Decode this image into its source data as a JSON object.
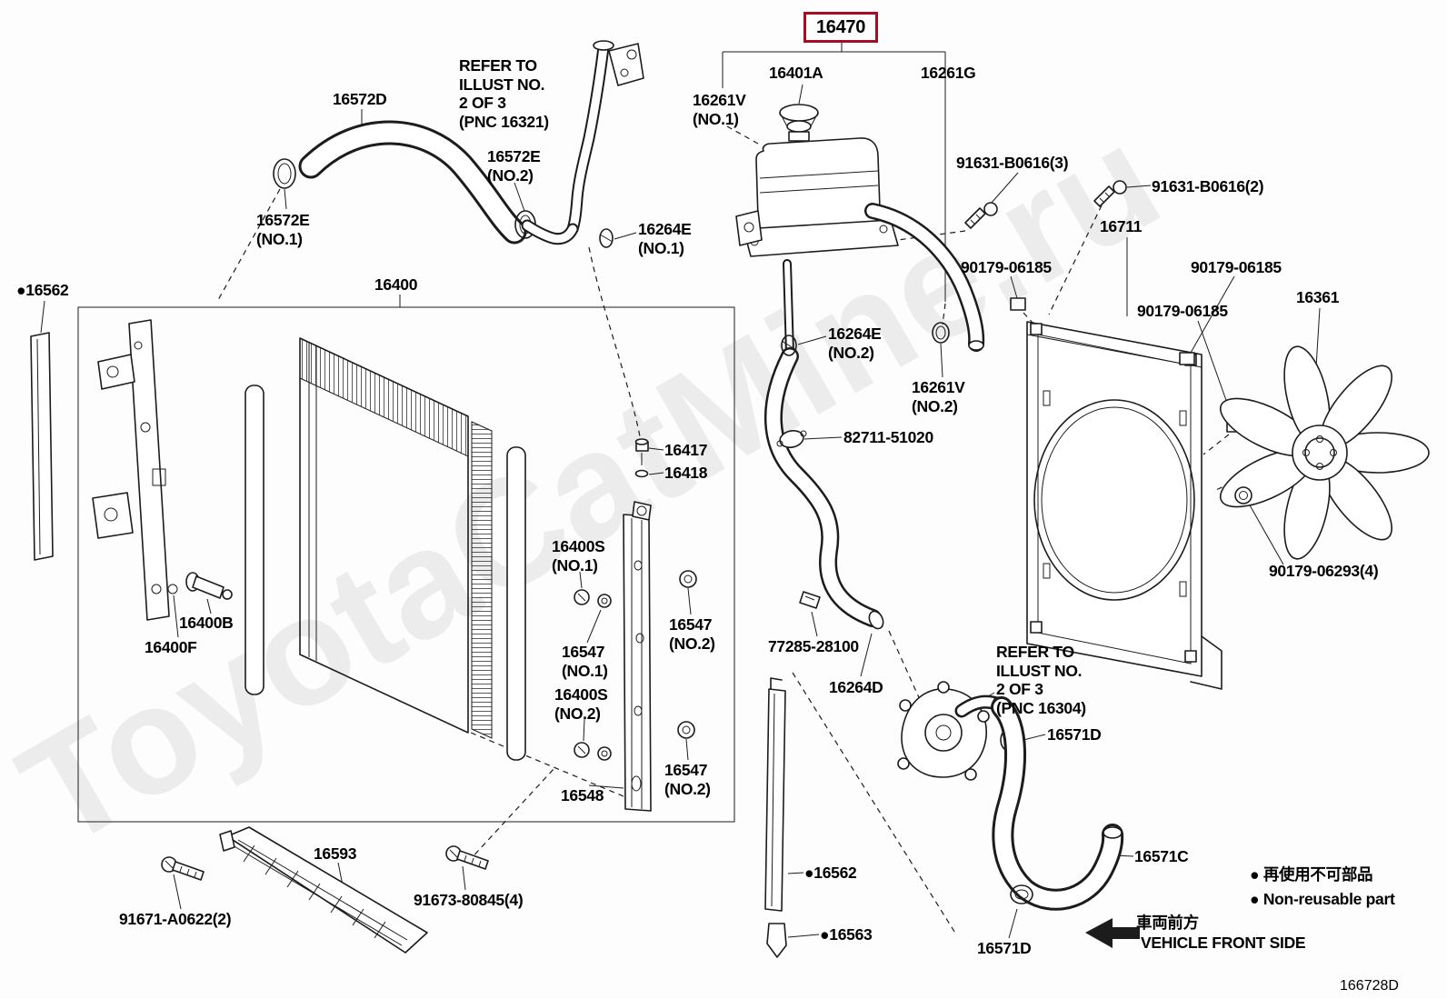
{
  "watermark": "ToyotaCatMine.ru",
  "highlight": {
    "box_color": "#a50d24"
  },
  "labels": {
    "p16470": "16470",
    "p16401A": "16401A",
    "p16261G": "16261G",
    "p16261V_1": "16261V\n(NO.1)",
    "refer_16321": "REFER TO\nILLUST NO.\n2 OF 3\n(PNC 16321)",
    "p16572D": "16572D",
    "p16572E_2": "16572E\n(NO.2)",
    "p16572E_1": "16572E\n(NO.1)",
    "p16264E_1": "16264E\n(NO.1)",
    "p91631_3": "91631-B0616(3)",
    "p91631_2": "91631-B0616(2)",
    "p16711": "16711",
    "p90179a": "90179-06185",
    "p90179b": "90179-06185",
    "p90179c": "90179-06185",
    "p16361": "16361",
    "p16562_left": "●16562",
    "p16400": "16400",
    "p16264E_2": "16264E\n(NO.2)",
    "p16261V_2": "16261V\n(NO.2)",
    "p82711": "82711-51020",
    "p16417": "16417",
    "p16418": "16418",
    "p16400S_1": "16400S\n(NO.1)",
    "p16547_2a": "16547\n(NO.2)",
    "p16547_1": "16547\n(NO.1)",
    "p16400S_2": "16400S\n(NO.2)",
    "p16547_2b": "16547\n(NO.2)",
    "p16548": "16548",
    "p16400B": "16400B",
    "p16400F": "16400F",
    "p77285": "77285-28100",
    "p16264D": "16264D",
    "refer_16304": "REFER TO\nILLUST NO.\n2 OF 3\n(PNC 16304)",
    "p16571D_a": "16571D",
    "p90179_06293": "90179-06293(4)",
    "p16593": "16593",
    "p91671": "91671-A0622(2)",
    "p91673": "91673-80845(4)",
    "p16562_b": "●16562",
    "p16563": "●16563",
    "p16571C": "16571C",
    "p16571D_b": "16571D"
  },
  "legend": {
    "non_reusable_jp": "● 再使用不可部品",
    "non_reusable_en": "● Non-reusable part",
    "front_jp": "車両前方",
    "front_en": "VEHICLE FRONT SIDE"
  },
  "diagram_code": "166728D"
}
